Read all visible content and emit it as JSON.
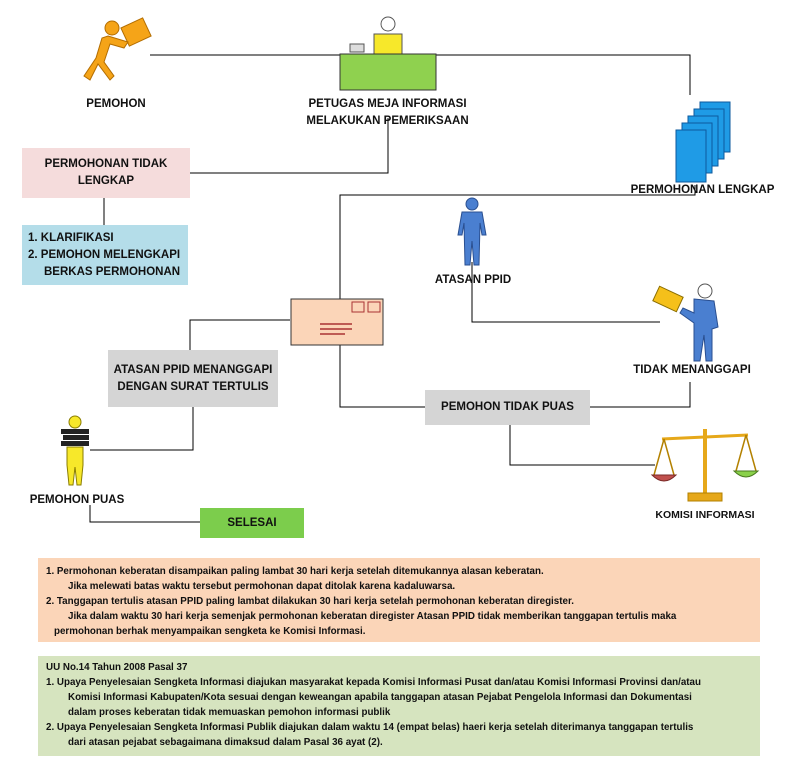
{
  "nodes": {
    "pemohon": "PEMOHON",
    "petugas": [
      "PETUGAS MEJA INFORMASI",
      "MELAKUKAN PEMERIKSAAN"
    ],
    "permohonan_tidak_lengkap": [
      "PERMOHONAN TIDAK",
      "LENGKAP"
    ],
    "klarifikasi": [
      "1. KLARIFIKASI",
      "2. PEMOHON MELENGKAPI",
      "BERKAS PERMOHONAN"
    ],
    "permohonan_lengkap": "PERMOHONAN LENGKAP",
    "atasan_ppid": "ATASAN PPID",
    "tidak_menanggapi": "TIDAK MENANGGAPI",
    "atasan_menanggapi": [
      "ATASAN PPID MENANGGAPI",
      "DENGAN SURAT TERTULIS"
    ],
    "pemohon_tidak_puas": "PEMOHON TIDAK PUAS",
    "pemohon_puas": "PEMOHON PUAS",
    "komisi_informasi": "KOMISI INFORMASI",
    "selesai": "SELESAI"
  },
  "note1": [
    "1. Permohonan keberatan disampaikan paling lambat 30 hari kerja setelah ditemukannya alasan keberatan.",
    "Jika melewati batas waktu tersebut permohonan dapat ditolak karena kadaluwarsa.",
    "2. Tanggapan tertulis atasan PPID paling lambat dilakukan 30 hari kerja setelah permohonan keberatan diregister.",
    "Jika dalam waktu 30 hari kerja semenjak permohonan keberatan diregister Atasan PPID tidak memberikan tanggapan tertulis maka",
    "permohonan berhak menyampaikan sengketa ke Komisi Informasi."
  ],
  "note2": {
    "title": "UU No.14 Tahun 2008 Pasal 37",
    "lines": [
      "1. Upaya Penyelesaian Sengketa Informasi diajukan masyarakat kepada Komisi Informasi Pusat dan/atau Komisi Informasi Provinsi dan/atau",
      "Komisi Informasi Kabupaten/Kota sesuai dengan keweangan apabila tanggapan atasan Pejabat Pengelola Informasi dan Dokumentasi",
      "dalam proses keberatan tidak memuaskan pemohon informasi publik",
      "2. Upaya Penyelesaian Sengketa Informasi Publik diajukan dalam waktu 14 (empat belas) haeri kerja setelah diterimanya tanggapan tertulis",
      "dari atasan pejabat sebagaimana dimaksud dalam Pasal 36 ayat (2)."
    ]
  },
  "icons": {
    "pemohon": "person-carrying-box-icon",
    "petugas": "officer-at-desk-icon",
    "documents": "document-stack-icon",
    "atasan": "person-standing-icon",
    "envelope": "envelope-icon",
    "tidak_menanggapi": "person-holding-envelope-icon",
    "pemohon_puas": "person-carrying-books-icon",
    "komisi": "scales-of-justice-icon"
  },
  "colors": {
    "pink": "#f5dcdc",
    "blue": "#b4dde9",
    "gray": "#d5d5d5",
    "green": "#7ccd4c",
    "orange": "#fbd5b8",
    "light_green": "#d6e4bf",
    "figure_orange": "#f5a418",
    "figure_blue": "#4a7fd0",
    "desk_green": "#8fd14f"
  }
}
